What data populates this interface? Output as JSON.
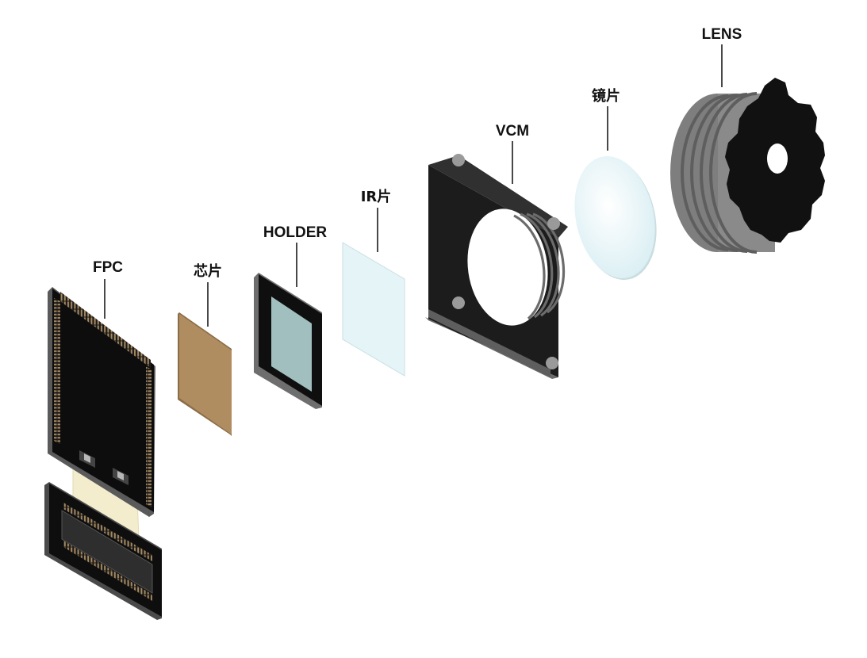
{
  "components": [
    {
      "id": "fpc",
      "label": "FPC"
    },
    {
      "id": "chip",
      "label": "芯片"
    },
    {
      "id": "holder",
      "label": "HOLDER"
    },
    {
      "id": "ir",
      "label": "IR片"
    },
    {
      "id": "vcm",
      "label": "VCM"
    },
    {
      "id": "lens_glass",
      "label": "镜片"
    },
    {
      "id": "lens",
      "label": "LENS"
    }
  ],
  "colors": {
    "body_black": "#111111",
    "side_gray": "#6e6e6e",
    "pin_gold": "#a88a60",
    "chip_tan": "#b08d60",
    "holder_window": "#a2bfc0",
    "ir_glass": "#e5f4f7",
    "lens_glass": "#e2f3f7",
    "flex_cable": "#f3edce",
    "lens_gray": "#8f8f8f"
  }
}
